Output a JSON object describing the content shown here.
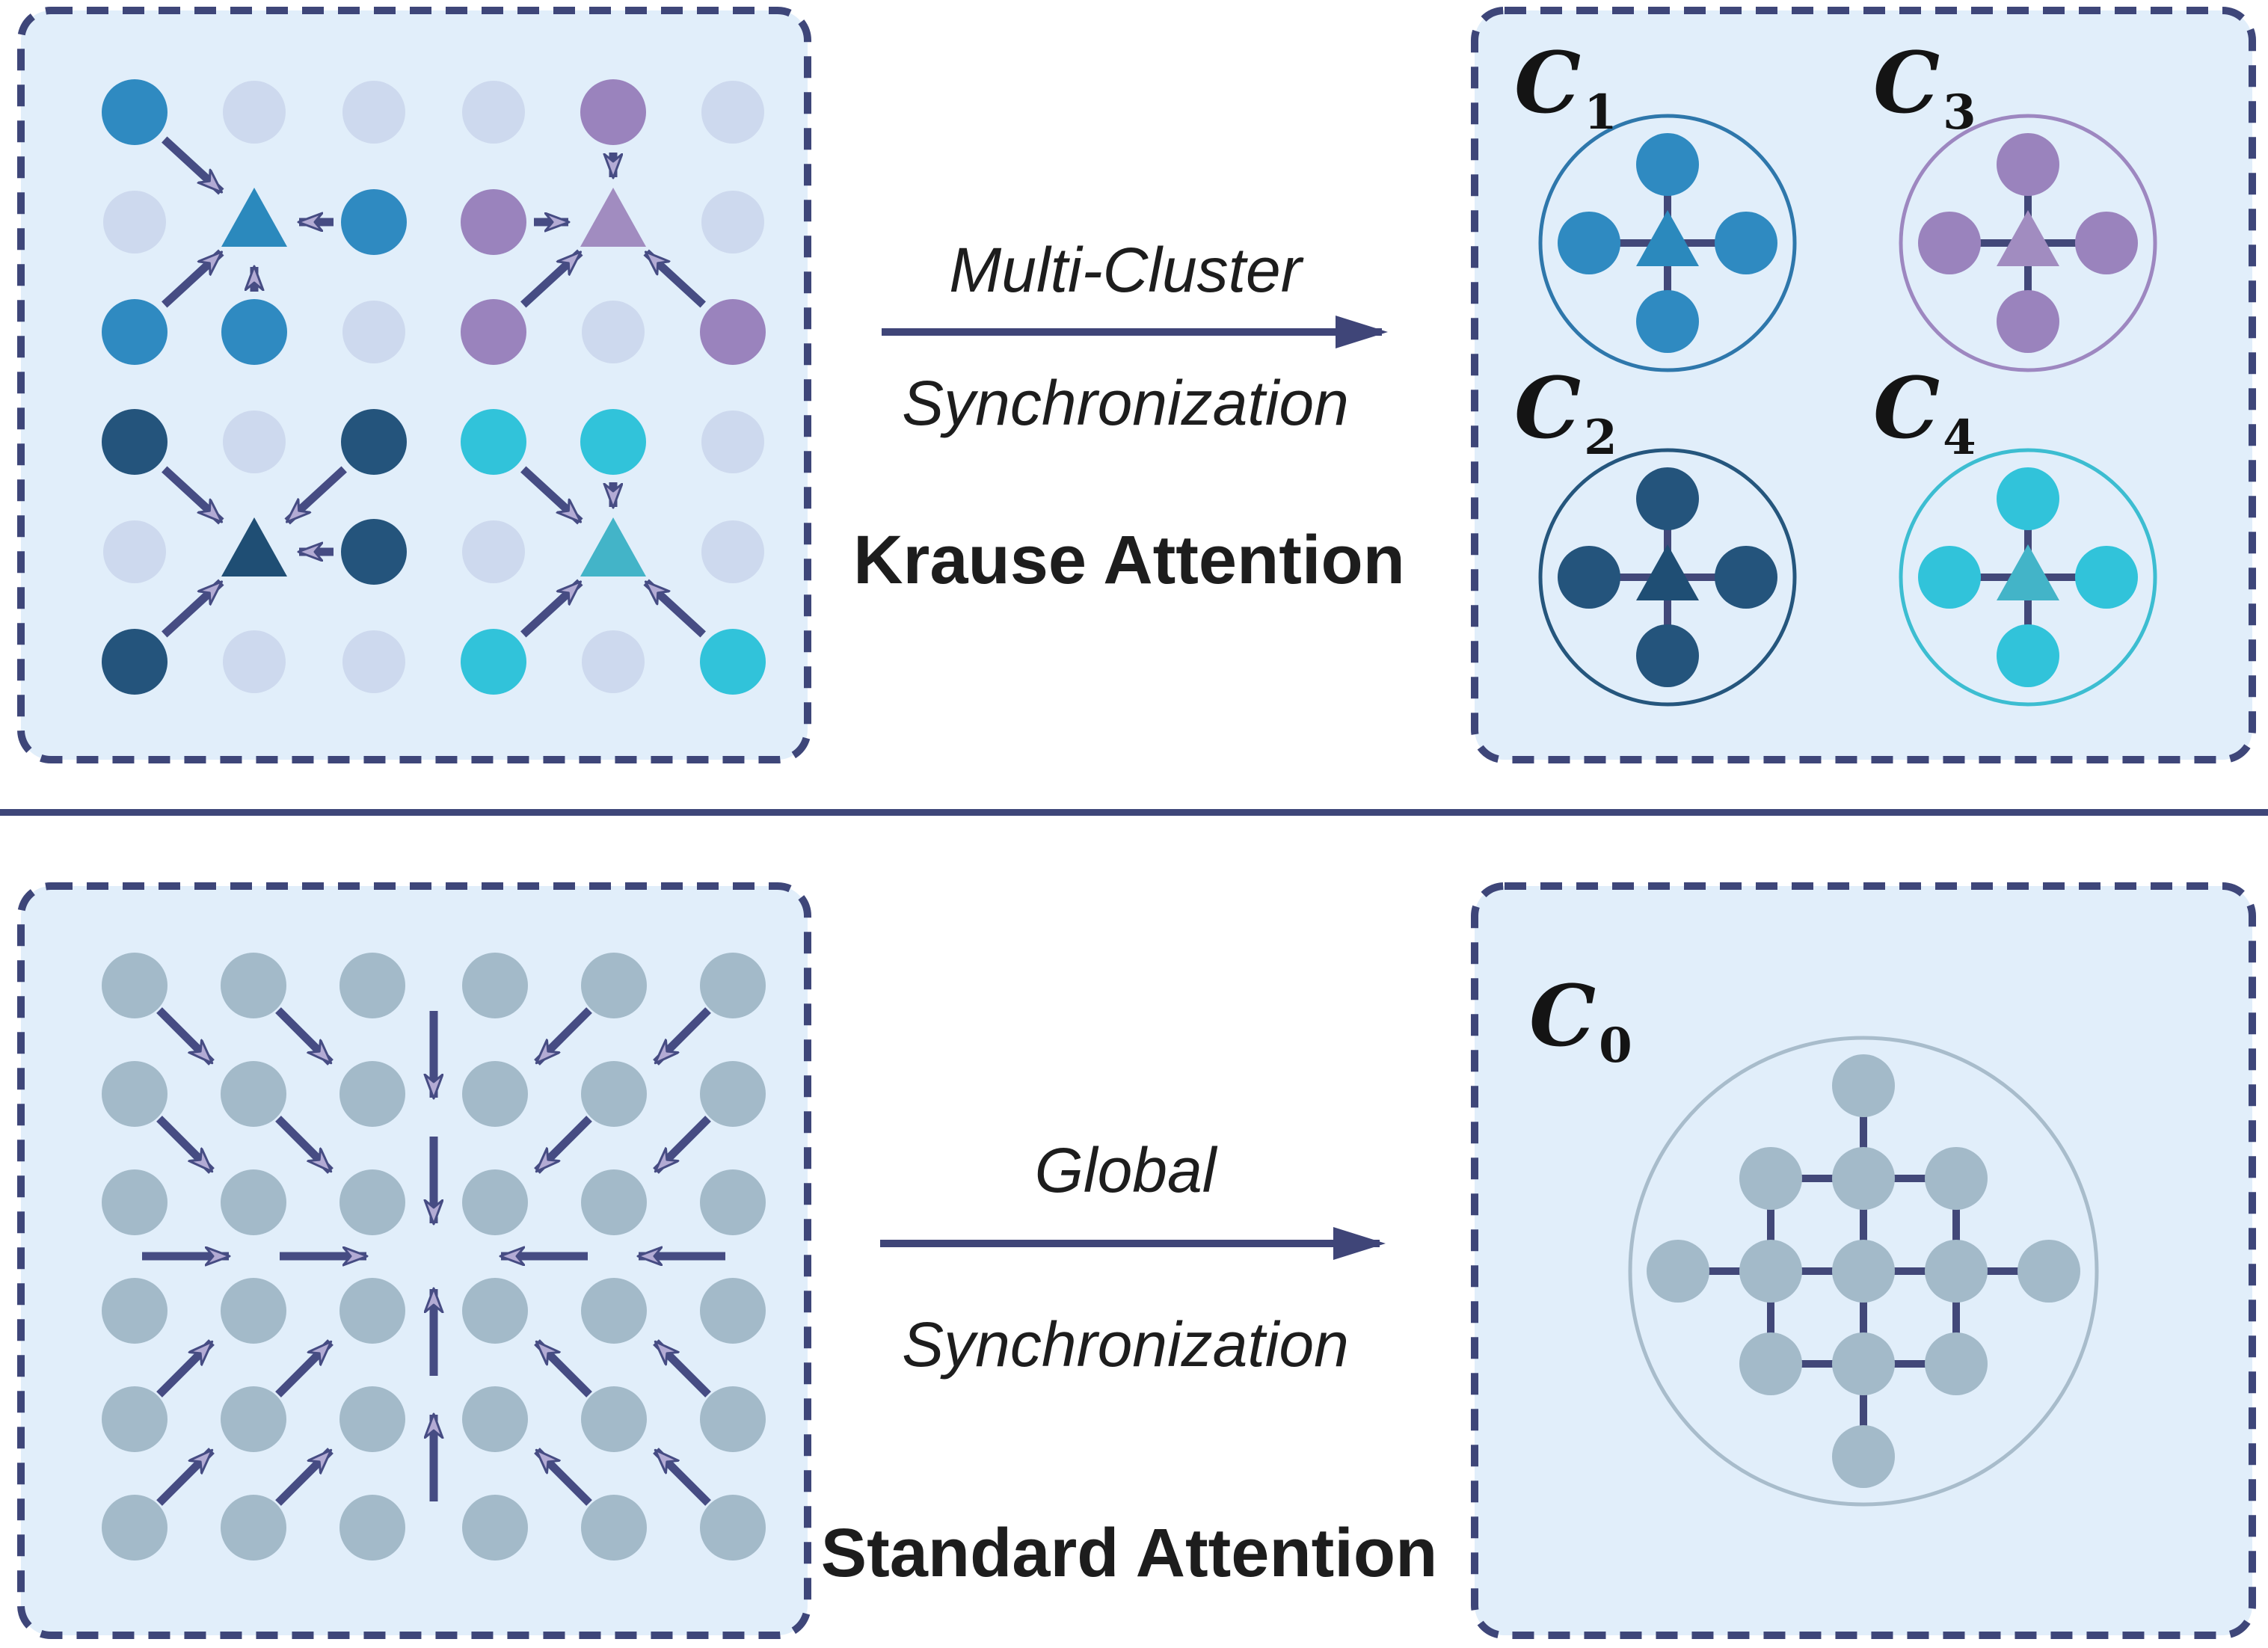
{
  "colors": {
    "page_bg": "#ffffff",
    "panel_bg": "#e1eefa",
    "panel_border": "#3e4679",
    "divider": "#3e4679",
    "inactive_dot": "#cdd9ee",
    "gray_token_dot": "#a3bac9",
    "arrow_shaft": "#464c83",
    "arrowhead_fill": "#b3abd4",
    "big_arrow": "#3f4578",
    "cluster_connector": "#424879",
    "global_circle_outline": "#a8bccb",
    "text": "#1d1d1d"
  },
  "top_row": {
    "process_label_line1": "Multi-Cluster",
    "process_label_line2": "Synchronization",
    "method_label": "Krause Attention"
  },
  "bottom_row": {
    "process_label_line1": "Global",
    "process_label_line2": "Synchronization",
    "method_label": "Standard Attention"
  },
  "token_grid": {
    "rows": 6,
    "cols": 6
  },
  "clusters": [
    {
      "id": "c1",
      "label_symbol": "C",
      "label_subscript": "1",
      "dot_color": "#2f8ac1",
      "triangle_color": "#2b89bd",
      "outline_color": "#2e77ab",
      "grid_triangle": [
        2,
        2
      ],
      "grid_dots": [
        [
          1,
          1
        ],
        [
          2,
          3
        ],
        [
          3,
          1
        ],
        [
          3,
          2
        ]
      ]
    },
    {
      "id": "c2",
      "label_symbol": "C",
      "label_subscript": "2",
      "dot_color": "#24547c",
      "triangle_color": "#1f4e74",
      "outline_color": "#25567d",
      "grid_triangle": [
        5,
        2
      ],
      "grid_dots": [
        [
          4,
          1
        ],
        [
          4,
          3
        ],
        [
          5,
          3
        ],
        [
          6,
          1
        ]
      ]
    },
    {
      "id": "c3",
      "label_symbol": "C",
      "label_subscript": "3",
      "dot_color": "#9a83bd",
      "triangle_color": "#a18cc0",
      "outline_color": "#9d87c0",
      "grid_triangle": [
        2,
        5
      ],
      "grid_dots": [
        [
          1,
          5
        ],
        [
          2,
          4
        ],
        [
          3,
          4
        ],
        [
          3,
          6
        ]
      ]
    },
    {
      "id": "c4",
      "label_symbol": "C",
      "label_subscript": "4",
      "dot_color": "#31c3da",
      "triangle_color": "#43b4c8",
      "outline_color": "#3cbdd1",
      "grid_triangle": [
        5,
        5
      ],
      "grid_dots": [
        [
          4,
          4
        ],
        [
          4,
          5
        ],
        [
          6,
          4
        ],
        [
          6,
          6
        ]
      ]
    }
  ],
  "global_cluster": {
    "label_symbol": "C",
    "label_subscript": "0"
  }
}
